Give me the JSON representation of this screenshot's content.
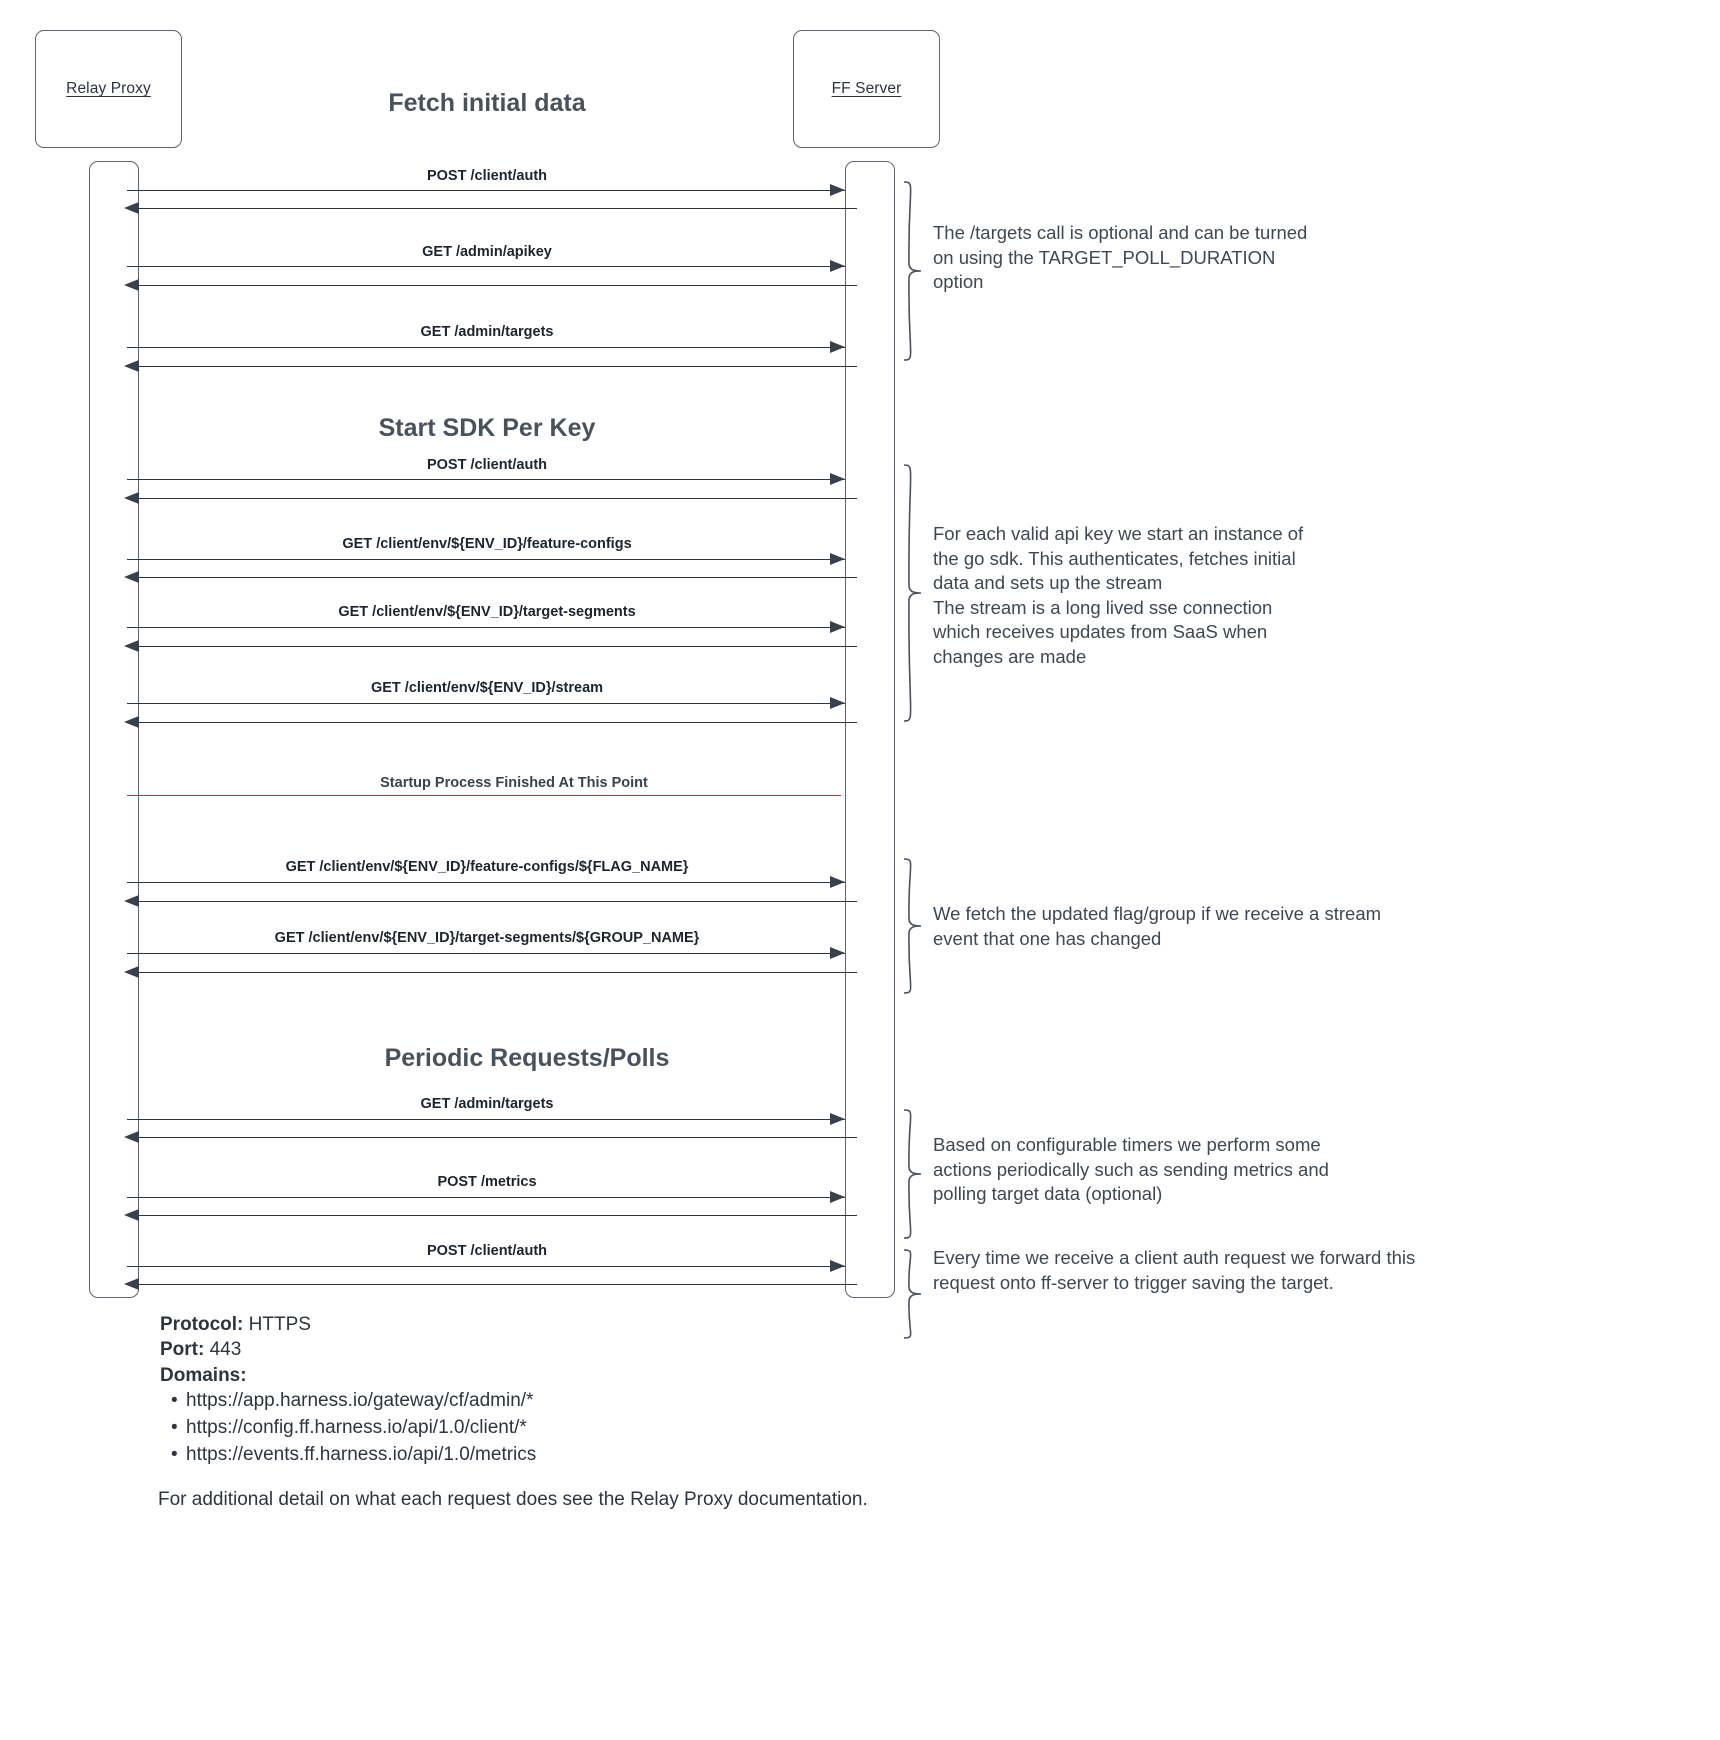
{
  "diagram": {
    "type": "sequence-diagram",
    "participants": [
      {
        "id": "relay-proxy",
        "label": "Relay Proxy"
      },
      {
        "id": "ff-server",
        "label": "FF Server"
      }
    ],
    "sections": [
      {
        "id": "fetch-initial-data",
        "title": "Fetch initial data"
      },
      {
        "id": "start-sdk-per-key",
        "title": "Start SDK Per Key"
      },
      {
        "id": "periodic-requests-polls",
        "title": "Periodic Requests/Polls"
      }
    ],
    "messages": [
      {
        "id": "m1",
        "label": "POST /client/auth"
      },
      {
        "id": "m2",
        "label": "GET /admin/apikey"
      },
      {
        "id": "m3",
        "label": "GET /admin/targets"
      },
      {
        "id": "m4",
        "label": "POST /client/auth"
      },
      {
        "id": "m5",
        "label": "GET /client/env/${ENV_ID}/feature-configs"
      },
      {
        "id": "m6",
        "label": "GET /client/env/${ENV_ID}/target-segments"
      },
      {
        "id": "m7",
        "label": "GET /client/env/${ENV_ID}/stream"
      },
      {
        "id": "m8",
        "label": "GET /client/env/${ENV_ID}/feature-configs/${FLAG_NAME}"
      },
      {
        "id": "m9",
        "label": "GET /client/env/${ENV_ID}/target-segments/${GROUP_NAME}"
      },
      {
        "id": "m10",
        "label": "GET /admin/targets"
      },
      {
        "id": "m11",
        "label": "POST /metrics"
      },
      {
        "id": "m12",
        "label": "POST /client/auth"
      }
    ],
    "divider": {
      "label": "Startup Process Finished At This Point",
      "color": "#b03a3a"
    },
    "notes": [
      {
        "id": "note-targets-optional",
        "text": "The /targets call is optional and can be turned\non using the TARGET_POLL_DURATION\noption"
      },
      {
        "id": "note-sdk-instance",
        "text": "For each valid api key we start an instance of\nthe go sdk. This authenticates, fetches initial\ndata and sets up the stream\nThe stream is a long lived sse connection\nwhich receives updates from SaaS when\nchanges are made"
      },
      {
        "id": "note-stream-update",
        "text": "We fetch the updated flag/group if we receive a stream\nevent that one has changed"
      },
      {
        "id": "note-configurable-timers",
        "text": "Based on configurable timers we perform some\nactions periodically such as sending metrics and\npolling target data (optional)"
      },
      {
        "id": "note-client-auth-forward",
        "text": "Every time we receive a client auth request we forward this\nrequest onto ff-server to trigger saving the target."
      }
    ]
  },
  "footer": {
    "protocol_key": "Protocol:",
    "protocol_value": "HTTPS",
    "port_key": "Port:",
    "port_value": "443",
    "domains_key": "Domains:",
    "domains": [
      "https://app.harness.io/gateway/cf/admin/*",
      "https://config.ff.harness.io/api/1.0/client/*",
      "https://events.ff.harness.io/api/1.0/metrics"
    ],
    "note": "For additional detail on what each request does see the Relay Proxy documentation."
  }
}
